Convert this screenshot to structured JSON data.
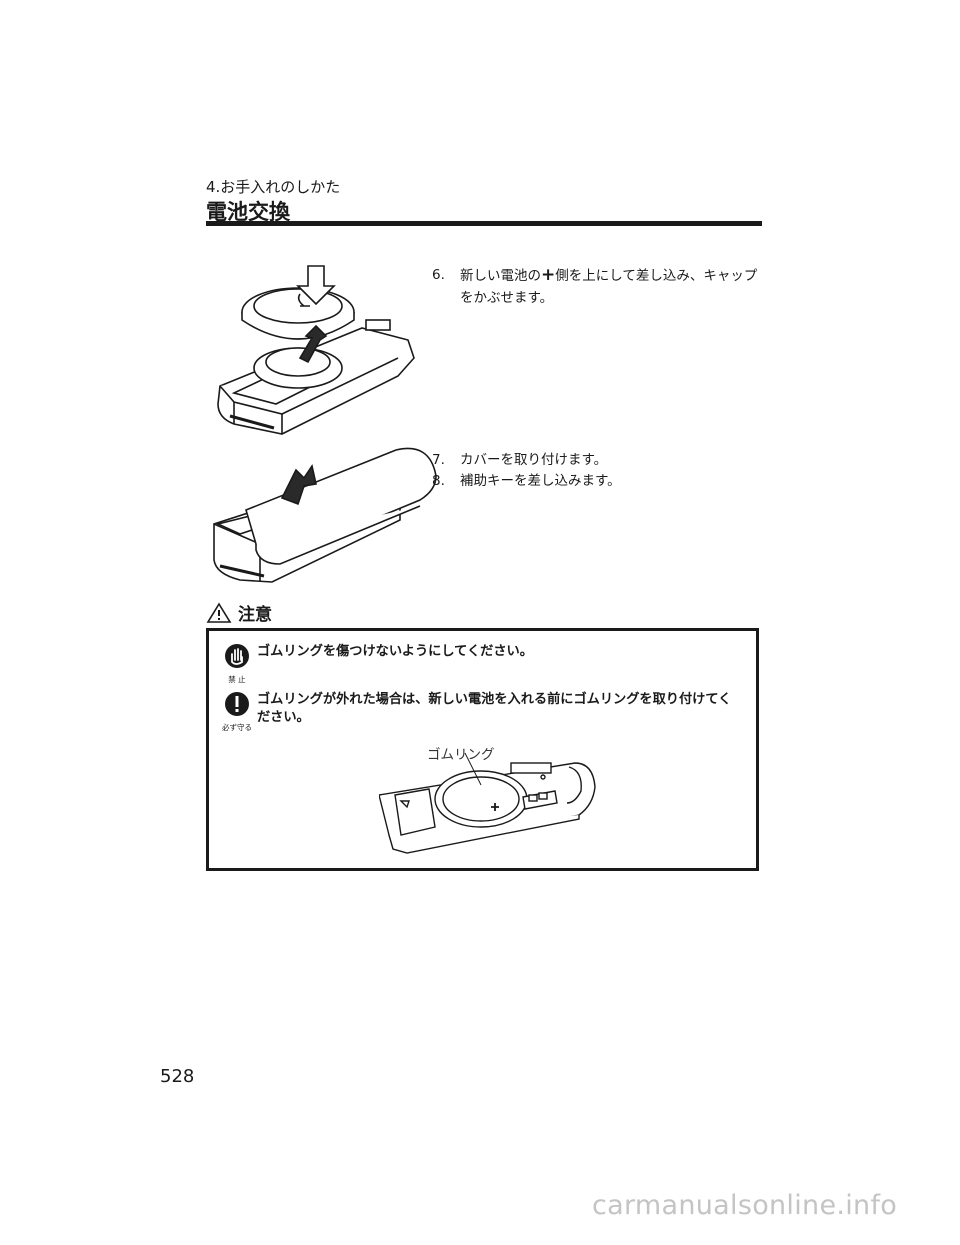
{
  "header": {
    "section": "4.お手入れのしかた",
    "title": "電池交換"
  },
  "steps": [
    {
      "num": "6.",
      "before": "新しい電池の",
      "symbol": "+",
      "after": "側を上にして差し込み、キャップ",
      "line2": "をかぶせます。"
    },
    {
      "num": "7.",
      "text": "カバーを取り付けます。"
    },
    {
      "num": "8.",
      "text": "補助キーを差し込みます。"
    }
  ],
  "caution": {
    "title": "注意",
    "items": [
      {
        "badge": "禁 止",
        "text": "ゴムリングを傷つけないようにしてください。"
      },
      {
        "badge": "必ず守る",
        "line1": "ゴムリングが外れた場合は、新しい電池を入れる前にゴムリングを取り付けてく",
        "line2": "ださい。"
      }
    ],
    "figure_label": "ゴムリング"
  },
  "page_number": "528",
  "watermark": "carmanualsonline.info"
}
